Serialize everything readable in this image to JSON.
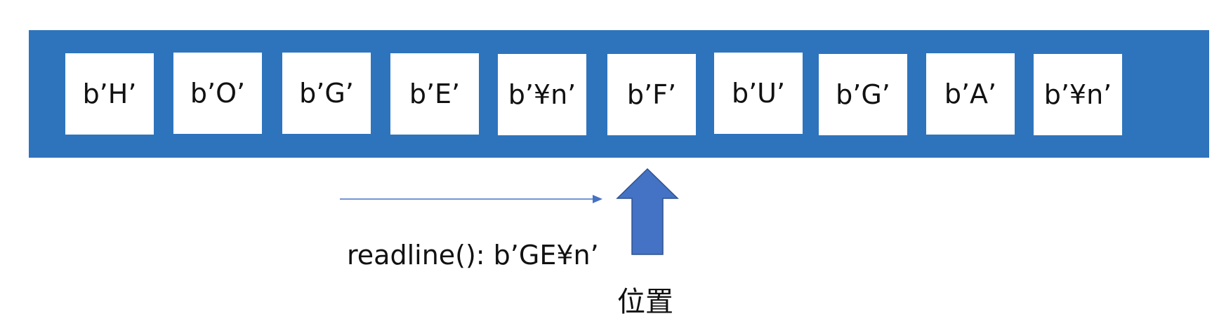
{
  "buffer": {
    "cells": [
      "b’H’",
      "b’O’",
      "b’G’",
      "b’E’",
      "b’¥n’",
      "b’F’",
      "b’U’",
      "b’G’",
      "b’A’",
      "b’¥n’"
    ]
  },
  "readline_label": "readline(): b’GE¥n’",
  "position_label": "位置",
  "colors": {
    "buffer_bar": "#2e74bd",
    "position_arrow": "#4472c4",
    "read_arrow": "#4472c4",
    "cell_background": "#ffffff"
  }
}
